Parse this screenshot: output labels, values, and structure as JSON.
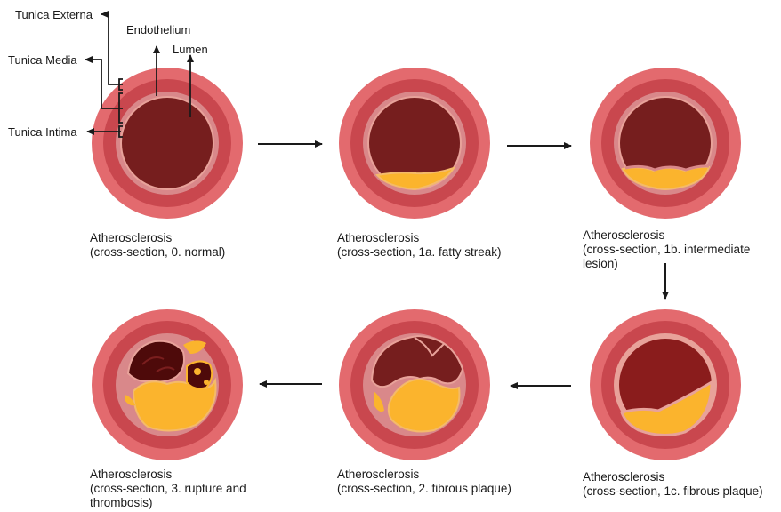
{
  "labels": {
    "tunica_externa": "Tunica Externa",
    "tunica_media": "Tunica Media",
    "tunica_intima": "Tunica Intima",
    "endothelium": "Endothelium",
    "lumen": "Lumen"
  },
  "stages": [
    {
      "line1": "Atherosclerosis",
      "line2": "(cross-section, 0. normal)",
      "line3": ""
    },
    {
      "line1": "Atherosclerosis",
      "line2": "(cross-section, 1a. fatty streak)",
      "line3": ""
    },
    {
      "line1": "Atherosclerosis",
      "line2": "(cross-section, 1b. intermediate",
      "line3": "lesion)"
    },
    {
      "line1": "Atherosclerosis",
      "line2": "(cross-section, 1c. fibrous plaque)",
      "line3": ""
    },
    {
      "line1": "Atherosclerosis",
      "line2": "(cross-section, 2. fibrous plaque)",
      "line3": ""
    },
    {
      "line1": "Atherosclerosis",
      "line2": "(cross-section, 3. rupture and",
      "line3": "thrombosis)"
    }
  ],
  "colors": {
    "tunica_externa": "#e36a6e",
    "tunica_media": "#c9474e",
    "intima_ring": "#d9888a",
    "lumen": "#761e1e",
    "lumen_late": "#8a1c1c",
    "endothelium": "#e8a29a",
    "plaque": "#fbb42d",
    "plaque_edge": "#f4ba6a",
    "thrombus": "#4e0a0a",
    "arrow": "#1a1a1a"
  }
}
